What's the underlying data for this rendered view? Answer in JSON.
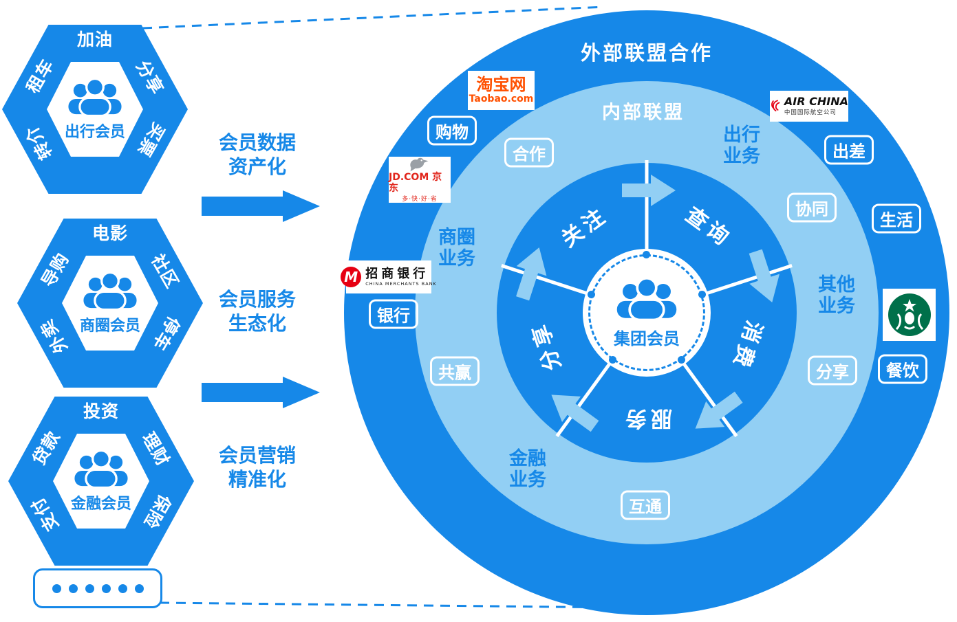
{
  "colors": {
    "primary": "#1688E8",
    "light_ring": "#92CFF4",
    "taobao_orange": "#FF5000",
    "jd_red": "#E1251B",
    "cmb_red": "#E60012",
    "starbucks_green": "#00704A"
  },
  "hexagons": [
    {
      "name": "出行会员",
      "top": "加油",
      "upper_left": "租车",
      "upper_right": "分享",
      "lower_left": "转介",
      "lower_right": "买票"
    },
    {
      "name": "商圈会员",
      "top": "电影",
      "upper_left": "导购",
      "upper_right": "社区",
      "lower_left": "外卖",
      "lower_right": "停车"
    },
    {
      "name": "金融会员",
      "top": "投资",
      "upper_left": "贷款",
      "upper_right": "理财",
      "lower_left": "支付",
      "lower_right": "保险"
    }
  ],
  "transforms": [
    {
      "line1": "会员数据",
      "line2": "资产化"
    },
    {
      "line1": "会员服务",
      "line2": "生态化"
    },
    {
      "line1": "会员营销",
      "line2": "精准化"
    }
  ],
  "ring": {
    "outer_title": "外部联盟合作",
    "inner_title": "内部联盟",
    "center": "集团会员",
    "outer_tags": {
      "shopping": "购物",
      "bank": "银行",
      "trip": "出差",
      "life": "生活",
      "dining": "餐饮"
    },
    "inner_tags": {
      "cooperation": "合作",
      "synergy": "协同",
      "share": "分享",
      "interconnect": "互通",
      "winwin": "共赢"
    },
    "businesses": {
      "travel": {
        "line1": "出行",
        "line2": "业务"
      },
      "district": {
        "line1": "商圈",
        "line2": "业务"
      },
      "other": {
        "line1": "其他",
        "line2": "业务"
      },
      "finance": {
        "line1": "金融",
        "line2": "业务"
      }
    },
    "actions": {
      "follow": "关注",
      "query": "查询",
      "consume": "消费",
      "serve": "服务",
      "share": "分享"
    }
  },
  "logos": {
    "taobao": {
      "title": "淘宝网",
      "sub": "Taobao.com"
    },
    "jd": {
      "title": "JD.COM 京东",
      "sub": "多·快·好·省"
    },
    "cmb": {
      "mark": "M",
      "title": "招商银行",
      "sub": "CHINA MERCHANTS BANK"
    },
    "airchina": {
      "title": "AIR CHINA",
      "sub": "中国国际航空公司"
    }
  }
}
